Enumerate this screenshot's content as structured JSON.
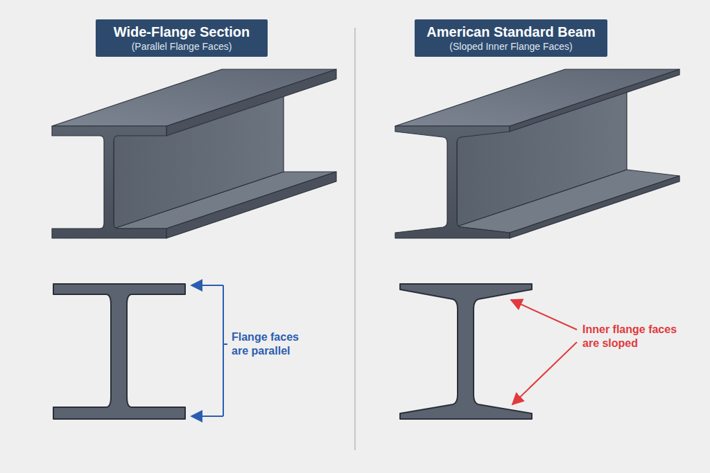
{
  "diagram": {
    "nodes": [
      {
        "text": [
          "Wide-Flange Section",
          "(Parallel Flange Faces)"
        ]
      },
      {
        "text": [
          "American Standard Beam",
          "(Sloped Inner Flange Faces)"
        ]
      }
    ],
    "labels": [
      "Flange faces are parallel",
      "Inner flange faces are sloped"
    ]
  }
}
